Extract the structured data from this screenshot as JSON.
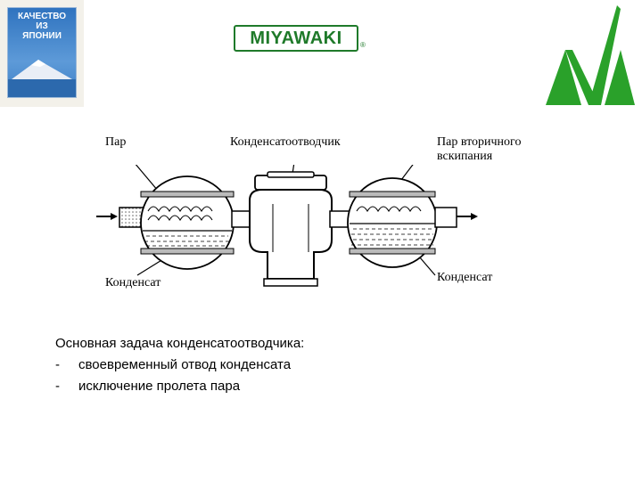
{
  "badge": {
    "line1": "КАЧЕСТВО",
    "line2": "ИЗ",
    "line3": "ЯПОНИИ"
  },
  "brand": {
    "name": "MIYAWAKI",
    "mark": "®"
  },
  "labels": {
    "steam": "Пар",
    "trap": "Конденсатоотводчик",
    "flash_steam_line1": "Пар вторичного",
    "flash_steam_line2": "вскипания",
    "condensate_left": "Конденсат",
    "condensate_right": "Конденсат"
  },
  "task": {
    "title": "Основная задача конденсатоотводчика:",
    "items": [
      {
        "dash": "-",
        "text": "своевременный отвод конденсата"
      },
      {
        "dash": "-",
        "text": "исключение пролета пара"
      }
    ]
  },
  "colors": {
    "brand_green": "#1f7a2a",
    "logo_green": "#2aa12a",
    "badge_blue": "#2f73bf"
  }
}
